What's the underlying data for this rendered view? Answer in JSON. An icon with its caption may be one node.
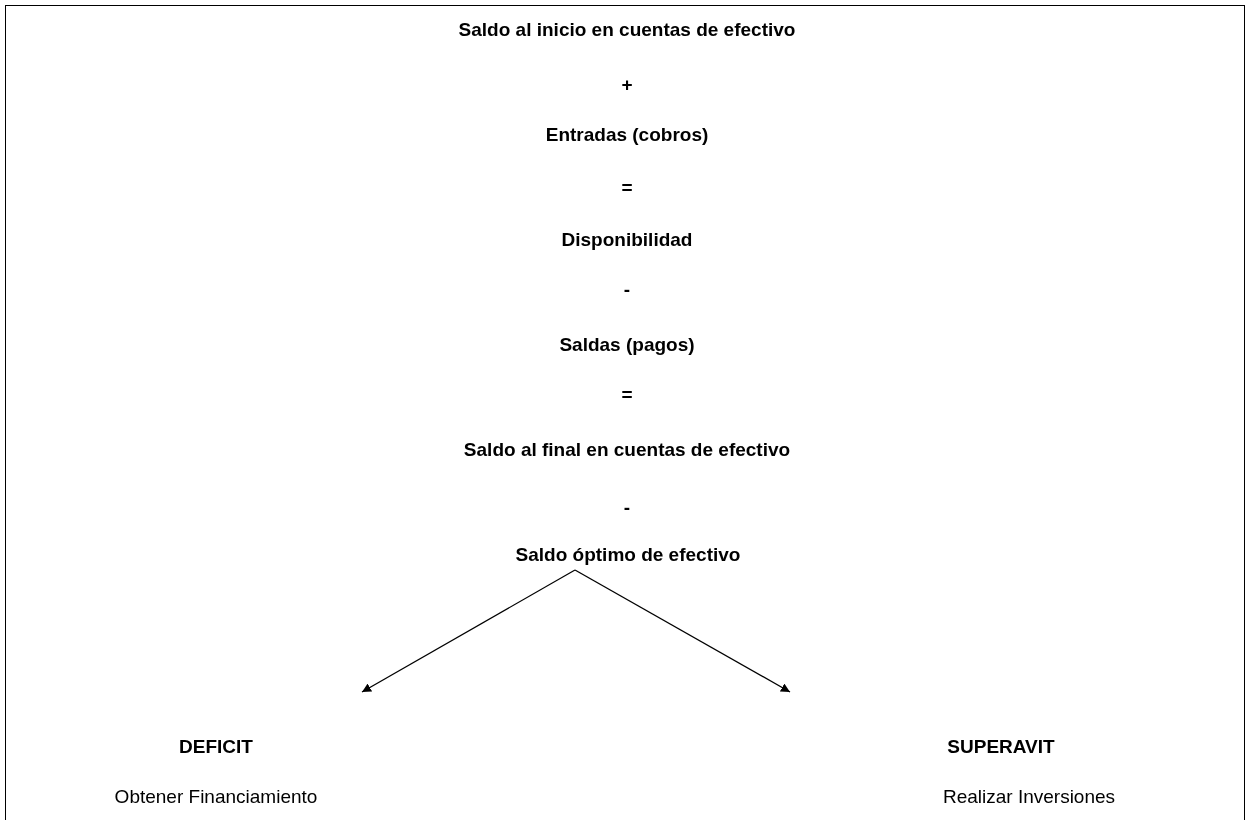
{
  "diagram": {
    "nodes": [
      {
        "text": [],
        "shape": "box"
      },
      {
        "text": [
          "Saldo óptimo de efectivo"
        ],
        "in": 0
      },
      {
        "text": [
          "DEFICIT",
          "Obtener Financiamiento"
        ],
        "in": 0
      },
      {
        "text": [
          "SUPERAVIT",
          "Realizar Inversiones"
        ],
        "in": 0
      }
    ],
    "edges": [
      {
        "from": 1,
        "to": null,
        "arrow": "to"
      },
      {
        "from": 1,
        "to": null,
        "arrow": "to"
      }
    ],
    "labels": [
      "Saldo al inicio en cuentas de efectivo",
      "+",
      "Entradas (cobros)",
      "=",
      "Disponibilidad",
      "-",
      "Saldas (pagos)",
      "=",
      "Saldo al final en cuentas de efectivo",
      "-"
    ]
  }
}
